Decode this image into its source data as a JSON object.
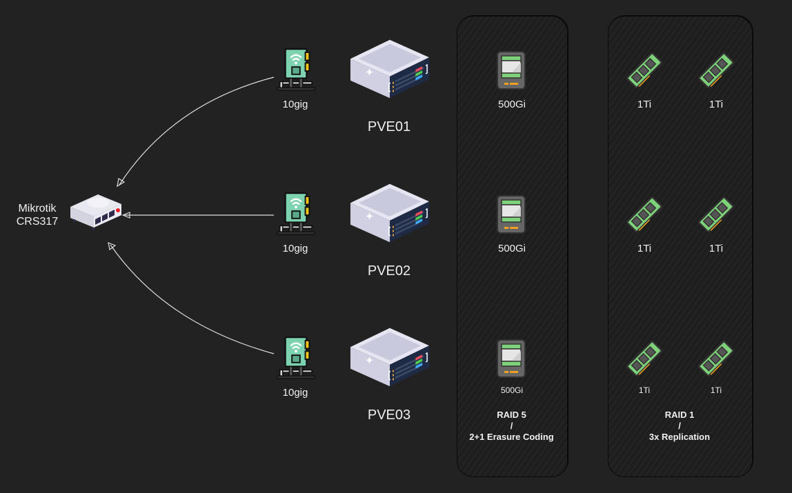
{
  "switch": {
    "name_line1": "Mikrotik",
    "name_line2": "CRS317",
    "icon": "network-switch-icon"
  },
  "nodes": [
    {
      "name": "PVE01",
      "nic_label": "10gig",
      "nic_icon": "network-card-icon",
      "server_icon": "server-icon"
    },
    {
      "name": "PVE02",
      "nic_label": "10gig",
      "nic_icon": "network-card-icon",
      "server_icon": "server-icon"
    },
    {
      "name": "PVE03",
      "nic_label": "10gig",
      "nic_icon": "network-card-icon",
      "server_icon": "server-icon"
    }
  ],
  "raid5_group": {
    "drives": [
      {
        "label": "500Gi",
        "icon": "ssd-icon"
      },
      {
        "label": "500Gi",
        "icon": "ssd-icon"
      },
      {
        "label": "500Gi",
        "icon": "ssd-icon"
      }
    ],
    "title_line1": "RAID 5",
    "title_line2": "/",
    "title_line3": "2+1 Erasure Coding"
  },
  "raid1_group": {
    "drives": [
      {
        "label": "1Ti",
        "icon": "nvme-icon"
      },
      {
        "label": "1Ti",
        "icon": "nvme-icon"
      },
      {
        "label": "1Ti",
        "icon": "nvme-icon"
      },
      {
        "label": "1Ti",
        "icon": "nvme-icon"
      },
      {
        "label": "1Ti",
        "icon": "nvme-icon"
      },
      {
        "label": "1Ti",
        "icon": "nvme-icon"
      }
    ],
    "title_line1": "RAID 1",
    "title_line2": "/",
    "title_line3": "3x Replication"
  },
  "colors": {
    "background": "#222222",
    "edge": "#e0e0e0",
    "nic_green": "#7dd3b0",
    "ram_green": "#7ed37a",
    "server_body": "#dcdcec",
    "server_front": "#1f2a44"
  }
}
